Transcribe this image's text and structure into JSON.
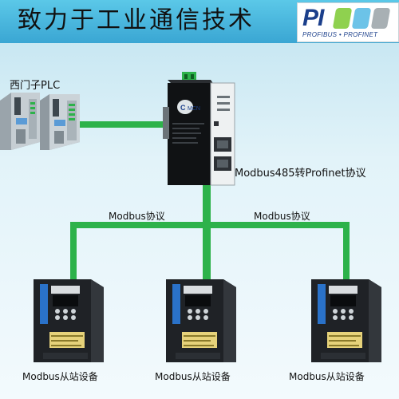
{
  "header": {
    "title": "致力于工业通信技术",
    "logo": {
      "text": "PI",
      "subtitle": "PROFIBUS • PROFINET",
      "square_colors": [
        "#8fd14f",
        "#6cc3e8",
        "#a8b0b4"
      ]
    }
  },
  "plc": {
    "label": "西门子PLC"
  },
  "gateway": {
    "label": "Modbus485转Profinet协议",
    "brand": "MCN"
  },
  "bus": {
    "left_label": "Modbus协议",
    "right_label": "Modbus协议"
  },
  "devices": [
    {
      "label": "Modbus从站设备"
    },
    {
      "label": "Modbus从站设备"
    },
    {
      "label": "Modbus从站设备"
    }
  ],
  "colors": {
    "wire": "#2db24a",
    "header": "#3aa6d3",
    "device_body": "#1f2226"
  }
}
